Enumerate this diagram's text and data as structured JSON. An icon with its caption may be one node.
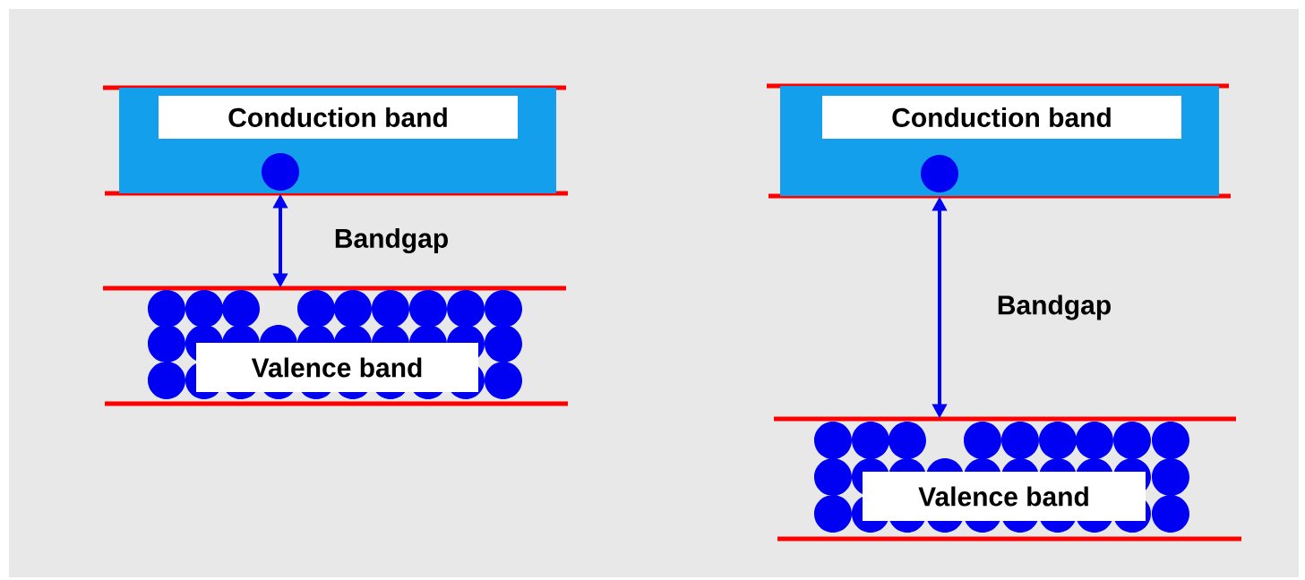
{
  "diagram": {
    "nodes": [
      {
        "text": [
          "Conduction band"
        ]
      },
      {
        "text": [
          "Valence band"
        ]
      },
      {
        "text": [
          "Conduction band"
        ]
      },
      {
        "text": [
          "Valence band"
        ]
      }
    ],
    "edges": [
      {
        "from": 0,
        "to": 1,
        "arrow": "both",
        "label": "Bandgap"
      },
      {
        "from": 2,
        "to": 3,
        "arrow": "both",
        "label": "Bandgap"
      }
    ]
  }
}
